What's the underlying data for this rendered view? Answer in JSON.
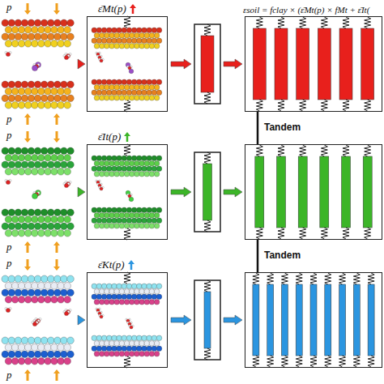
{
  "diagram": {
    "nodes": [
      {
        "text": [
          "ε̄Mt(p)"
        ]
      },
      {
        "text": [
          "ε̄It(p)"
        ]
      },
      {
        "text": [
          "ε̄Kt(p)"
        ]
      },
      {
        "text": [
          "εsoil = fclay × (ε̄Mt(p) × fMt + ε̄It("
        ]
      },
      {
        "text": []
      },
      {
        "text": []
      }
    ],
    "edges": [
      {
        "from": 3,
        "to": 4,
        "arrow": "none",
        "label": "Tandem"
      },
      {
        "from": 4,
        "to": 5,
        "arrow": "none",
        "label": "Tandem"
      }
    ],
    "labels": [
      "p",
      "p",
      "p",
      "p",
      "p",
      "p"
    ]
  }
}
